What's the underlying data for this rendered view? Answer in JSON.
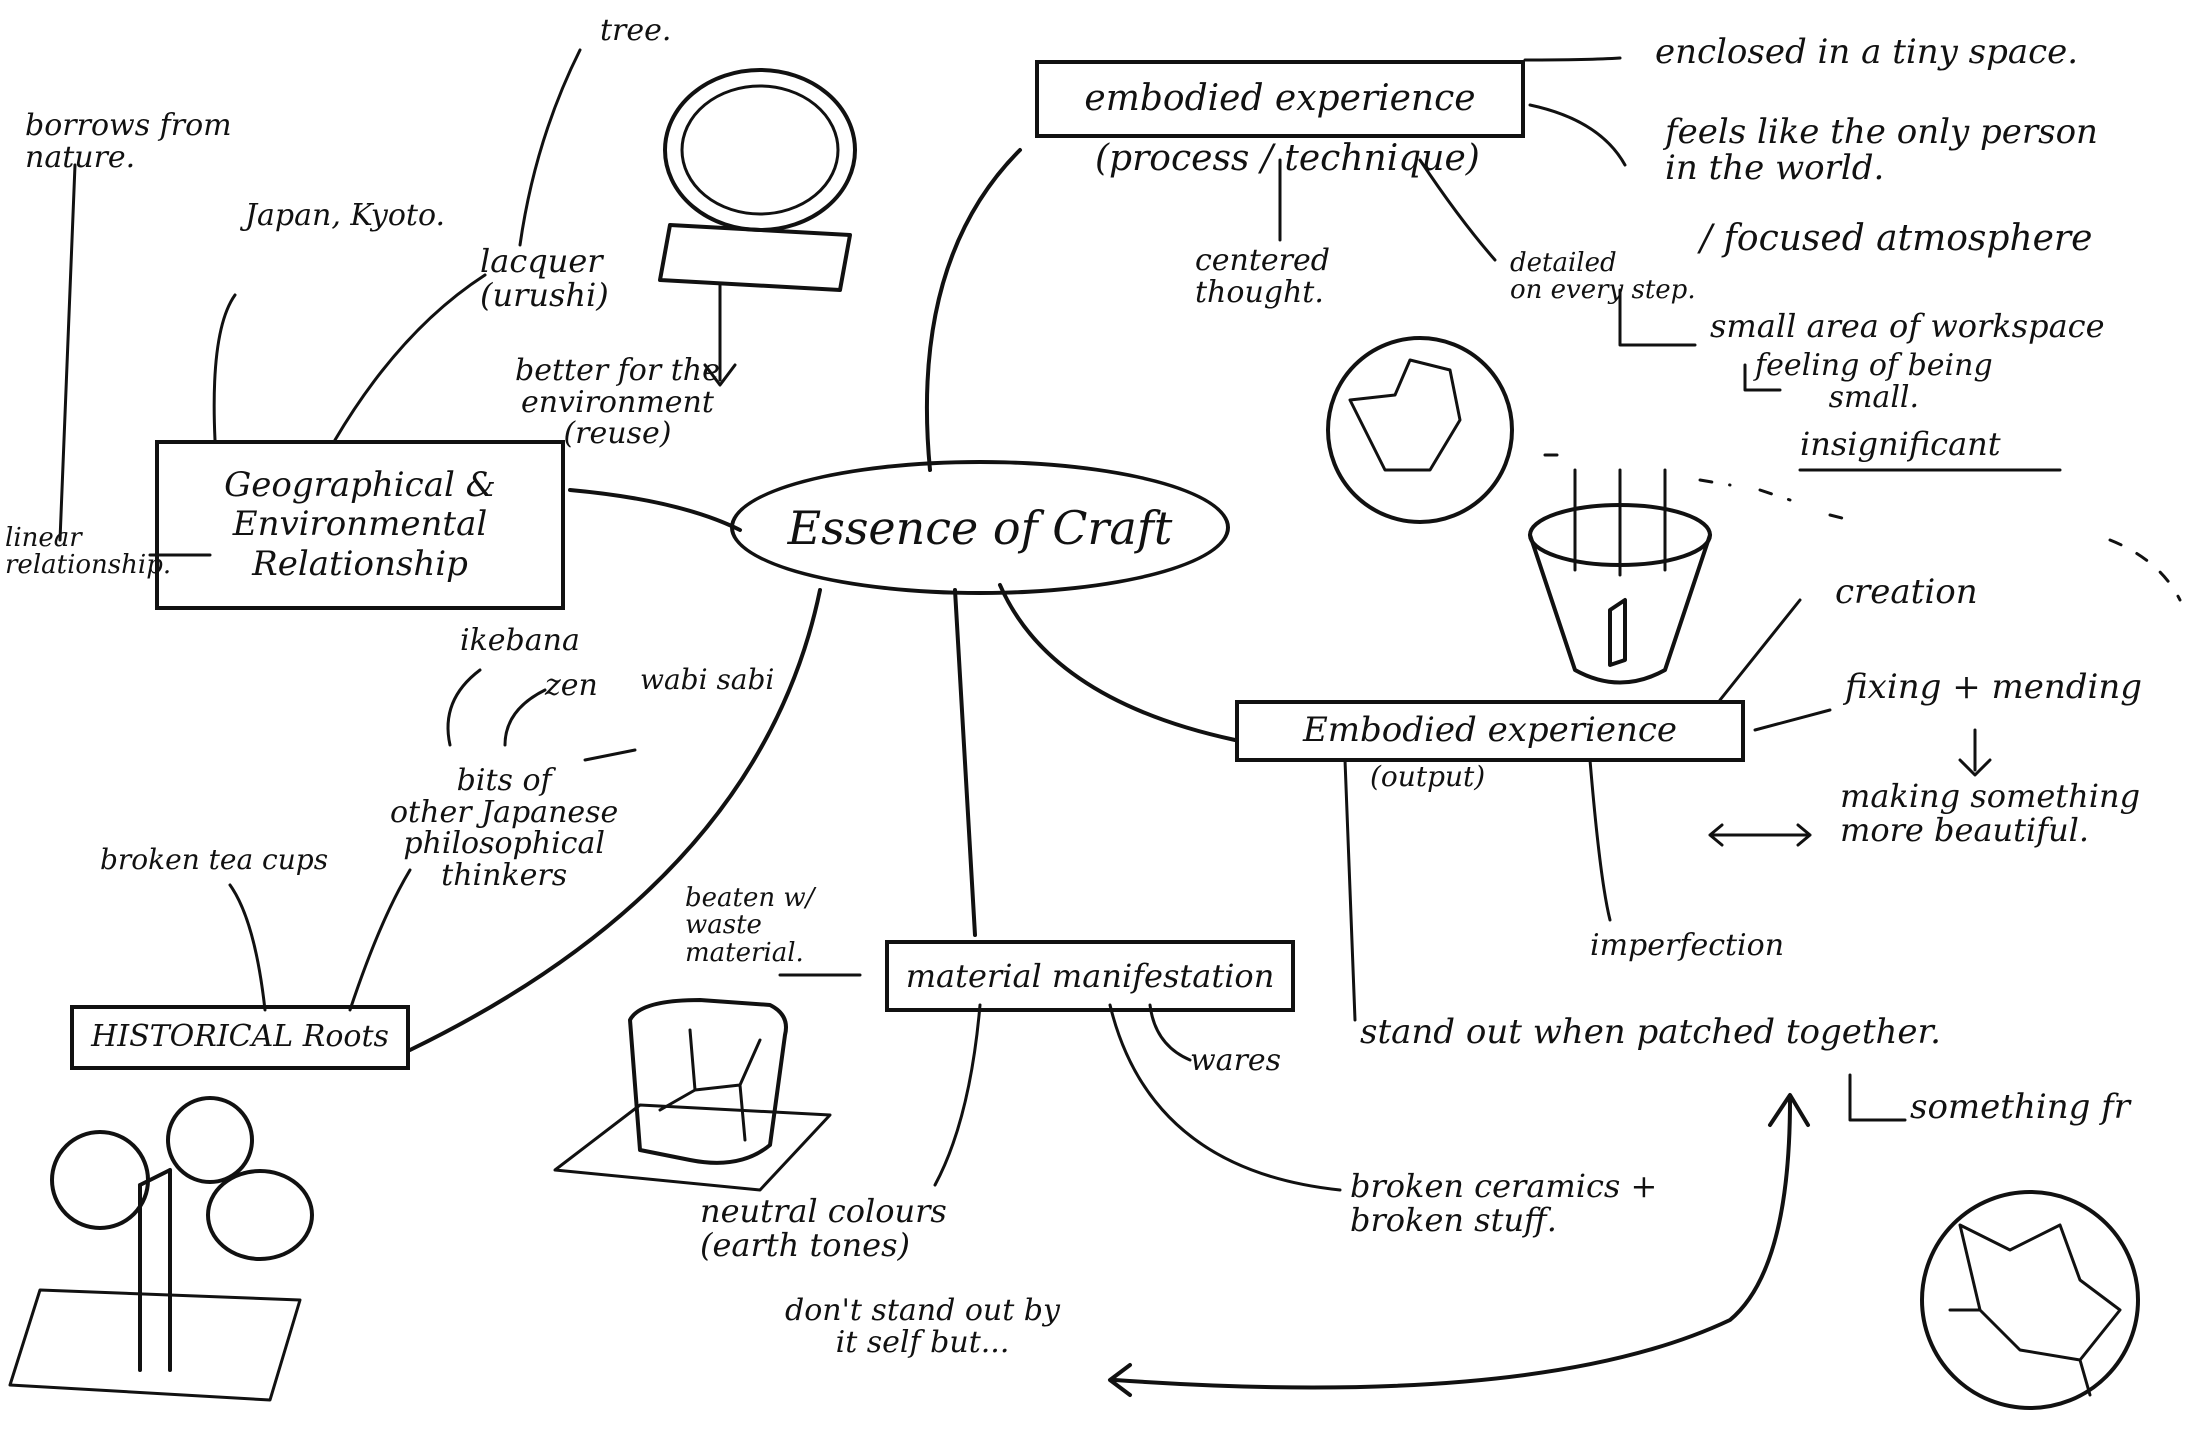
{
  "center": {
    "label": "Essence of Craft"
  },
  "geo": {
    "box": {
      "line1": "Geographical &",
      "line2": "Environmental",
      "line3": "Relationship"
    },
    "borrows": "borrows from\nnature.",
    "linear": "linear\nrelationship.",
    "japan": "Japan, Kyoto.",
    "lacquer": "lacquer\n(urushi)",
    "tree": "tree.",
    "better": "better for the\nenvironment\n(reuse)"
  },
  "hist": {
    "box": "HISTORICAL Roots",
    "cups": "broken tea cups",
    "ikebana": "ikebana",
    "zen": "zen",
    "wabi": "wabi sabi",
    "bits": "bits of\nother Japanese\nphilosophical\nthinkers"
  },
  "proc": {
    "title": "embodied experience",
    "sub": "(process / technique)",
    "enclosed": "enclosed in a tiny space.",
    "feels": "feels like the only person\nin the world.",
    "centered": "centered\nthought.",
    "detailed": "detailed\non every step.",
    "focused": "/ focused atmosphere",
    "small_area": "small area of workspace",
    "feeling": "feeling of being\nsmall.",
    "insig": "insignificant"
  },
  "out": {
    "title": "Embodied experience",
    "sub": "(output)",
    "creation": "creation",
    "fixing": "fixing + mending",
    "making": "making something\nmore beautiful.",
    "imperfection": "imperfection",
    "standout": "stand out when patched together.",
    "something": "something fr"
  },
  "mat": {
    "title": "material manifestation",
    "beaten": "beaten w/\nwaste\nmaterial.",
    "wares": "wares",
    "neutral": "neutral colours\n(earth tones)",
    "dont": "don't stand out by\nit self but...",
    "ceramics": "broken ceramics +\nbroken stuff."
  }
}
